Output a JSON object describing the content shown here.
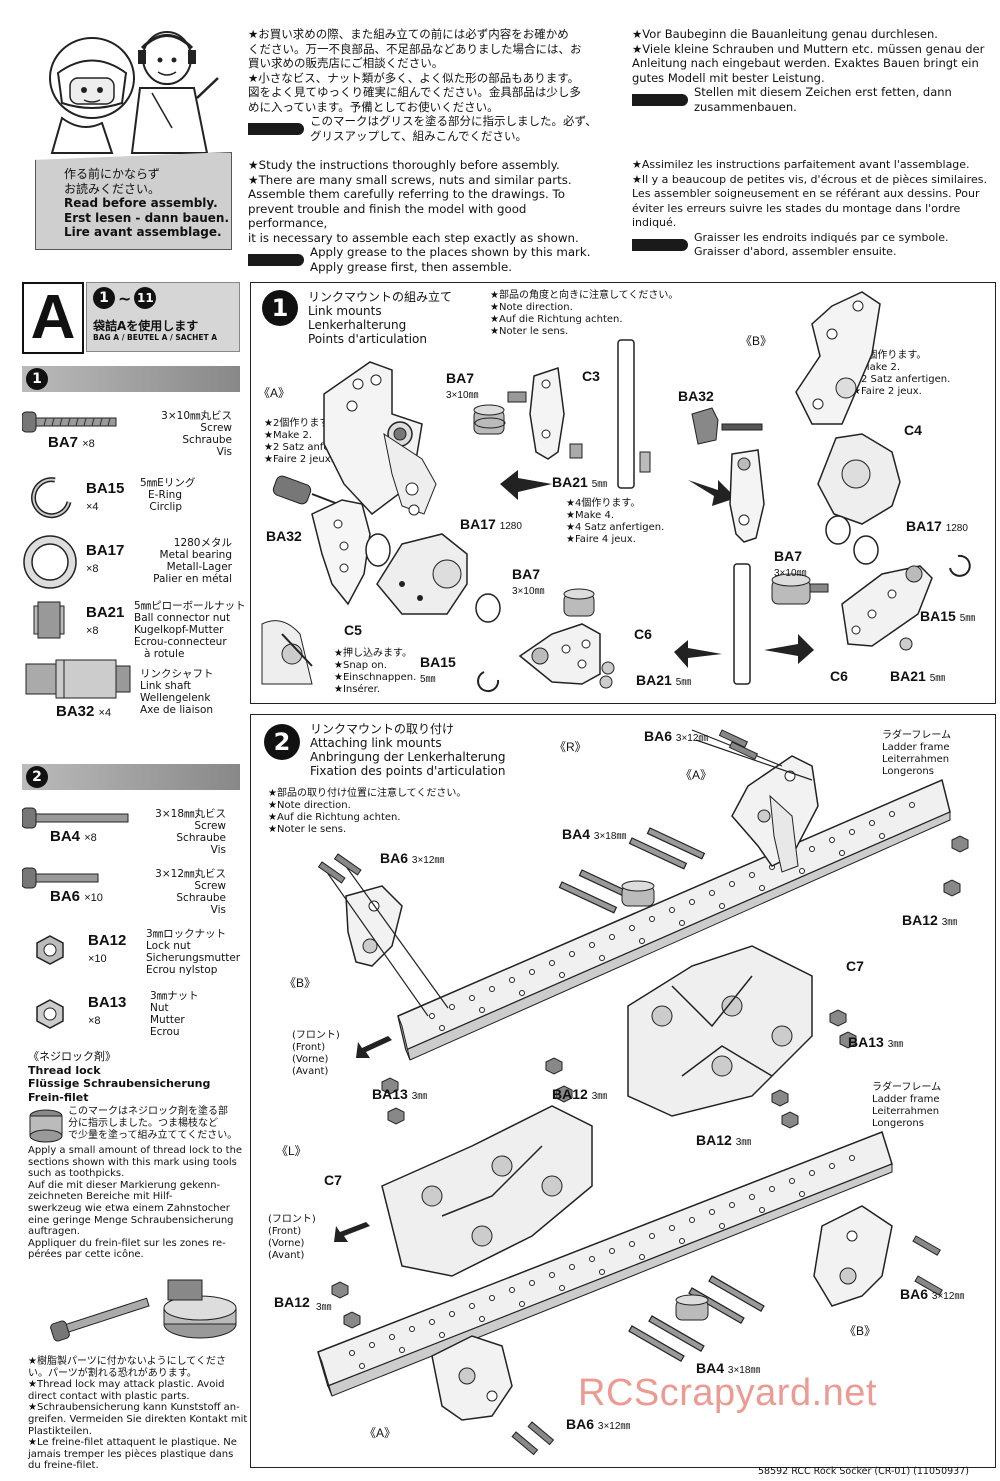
{
  "intro": {
    "banner_lines": [
      "作る前にかならず",
      "お読みください。",
      "Read before assembly.",
      "Erst lesen - dann bauen.",
      "Lire avant assemblage."
    ],
    "jp_lines": [
      "★お買い求めの際、また組み立ての前には必ず内容をお確かめ",
      "ください。万一不良部品、不足部品などありました場合には、お",
      "買い求めの販売店にご相談ください。",
      "★小さなビス、ナット類が多く、よく似た形の部品もあります。",
      "図をよく見てゆっくり確実に組んでください。金具部品は少し多",
      "めに入っています。予備としてお使いください。"
    ],
    "jp_grease": [
      "このマークはグリスを塗る部分に指示しました。必ず、",
      "グリスアップして、組みこんでください。"
    ],
    "en_lines": [
      "★Study the instructions thoroughly before assembly.",
      "★There are many small screws, nuts and similar parts.",
      "Assemble them carefully referring to the drawings. To",
      "prevent trouble and finish the model with good performance,",
      "it is necessary to assemble each step exactly as shown."
    ],
    "en_grease": [
      "Apply grease to the places shown by this mark.",
      "Apply grease first, then assemble."
    ],
    "de_lines": [
      "★Vor Baubeginn die Bauanleitung genau durchlesen.",
      "★Viele kleine Schrauben und Muttern etc. müssen genau der",
      "Anleitung nach eingebaut werden. Exaktes Bauen bringt ein",
      "gutes Modell mit bester Leistung."
    ],
    "de_grease": [
      "Stellen mit diesem Zeichen erst fetten, dann",
      "zusammenbauen."
    ],
    "fr_lines": [
      "★Assimilez les instructions parfaitement avant l'assemblage.",
      "★Il y a beaucoup de petites vis, d'écrous et de pièces similaires.",
      "Les assembler soigneusement en se référant aux dessins. Pour",
      "éviter les erreurs suivre les stades du montage dans l'ordre indiqué."
    ],
    "fr_grease": [
      "Graisser les endroits indiqués par ce symbole.",
      "Graisser d'abord, assembler ensuite."
    ]
  },
  "bag": {
    "letter": "A",
    "range_start": "1",
    "range_sep": "~",
    "range_end": "11",
    "jp": "袋詰Aを使用します",
    "sub": "BAG A / BEUTEL A / SACHET A"
  },
  "step1_parts": [
    {
      "code": "BA7",
      "qty": "×8",
      "desc": [
        "3×10㎜丸ビス",
        "Screw",
        "Schraube",
        "Vis"
      ]
    },
    {
      "code": "BA15",
      "qty": "×4",
      "desc": [
        "5㎜Eリング",
        "E-Ring",
        "Circlip"
      ]
    },
    {
      "code": "BA17",
      "qty": "×8",
      "desc": [
        "1280メタル",
        "Metal bearing",
        "Metall-Lager",
        "Palier en métal"
      ]
    },
    {
      "code": "BA21",
      "qty": "×8",
      "desc": [
        "5㎜ピローボールナット",
        "Ball connector nut",
        "Kugelkopf-Mutter",
        "Ecrou-connecteur",
        "à rotule"
      ]
    },
    {
      "code": "BA32",
      "qty": "×4",
      "desc": [
        "リンクシャフト",
        "Link shaft",
        "Wellengelenk",
        "Axe de liaison"
      ]
    }
  ],
  "step2_parts": [
    {
      "code": "BA4",
      "qty": "×8",
      "desc": [
        "3×18㎜丸ビス",
        "Screw",
        "Schraube",
        "Vis"
      ]
    },
    {
      "code": "BA6",
      "qty": "×10",
      "desc": [
        "3×12㎜丸ビス",
        "Screw",
        "Schraube",
        "Vis"
      ]
    },
    {
      "code": "BA12",
      "qty": "×10",
      "desc": [
        "3㎜ロックナット",
        "Lock nut",
        "Sicherungsmutter",
        "Ecrou nylstop"
      ]
    },
    {
      "code": "BA13",
      "qty": "×8",
      "desc": [
        "3㎜ナット",
        "Nut",
        "Mutter",
        "Ecrou"
      ]
    }
  ],
  "sidebar_steps": [
    "1",
    "2"
  ],
  "threadlock": {
    "title": [
      "《ネジロック剤》",
      "Thread lock",
      "Flüssige Schraubensicherung",
      "Frein-filet"
    ],
    "jp_mark": [
      "このマークはネジロック剤を塗る部",
      "分に指示しました。つま楊枝など",
      "で少量を塗って組み立ててください。"
    ],
    "body": [
      "Apply a small amount of thread lock to the",
      "sections shown with this mark using tools",
      "such as toothpicks.",
      "Auf die mit dieser Markierung gekenn-",
      "zeichneten Bereiche mit Hilf-",
      "swerkzeug wie etwa einem Zahnstocher",
      "eine geringe Menge Schraubensicherung",
      "auftragen.",
      "Appliquer du frein-filet sur les zones re-",
      "pérées par cette icône."
    ],
    "warning": [
      "★樹脂製パーツに付かないようにしてくださ",
      "い。パーツが割れる恐れがあります。",
      "★Thread lock may attack plastic. Avoid",
      "direct contact with plastic parts.",
      "★Schraubensicherung kann Kunststoff an-",
      "greifen. Vermeiden Sie direkten Kontakt mit",
      "Plastikteilen.",
      "★Le freine-filet attaquent le plastique. Ne",
      "jamais tremper les pièces plastique dans",
      "du freine-filet."
    ]
  },
  "step1": {
    "number": "1",
    "title": [
      "リンクマウントの組み立て",
      "Link mounts",
      "Lenkerhalterung",
      "Points d'articulation"
    ],
    "direction_note": [
      "★部品の角度と向きに注意してください。",
      "★Note direction.",
      "★Auf die Richtung achten.",
      "★Noter le sens."
    ],
    "make2_left": [
      "★2個作ります。",
      "★Make 2.",
      "★2 Satz anfertigen.",
      "★Faire 2 jeux."
    ],
    "make2_right": [
      "★2個作ります。",
      "★Make 2.",
      "★2 Satz anfertigen.",
      "★Faire 2 jeux."
    ],
    "make4": [
      "★4個作ります。",
      "★Make 4.",
      "★4 Satz anfertigen.",
      "★Faire 4 jeux."
    ],
    "snap": [
      "★押し込みます。",
      "★Snap on.",
      "★Einschnappen.",
      "★Insérer."
    ],
    "mark_a": "《A》",
    "mark_b": "《B》",
    "labels": {
      "ba7_l": "BA7",
      "ba7_l_size": "3×10㎜",
      "c3": "C3",
      "ba32_r": "BA32",
      "c4": "C4",
      "ba32_l": "BA32",
      "ba21_c": "BA21",
      "ba21_c_size": "5㎜",
      "ba17_l": "BA17",
      "ba17_l_size": "1280",
      "ba17_r": "BA17",
      "ba17_r_size": "1280",
      "ba7_r": "BA7",
      "ba7_r_size": "3×10㎜",
      "ba7_m": "BA7",
      "ba7_m_size": "3×10㎜",
      "ba15_r": "BA15",
      "ba15_r_size": "5㎜",
      "c5": "C5",
      "c6_m": "C6",
      "ba15_l": "BA15",
      "ba15_l_size": "5㎜",
      "ba21_m": "BA21",
      "ba21_m_size": "5㎜",
      "c6_r": "C6",
      "ba21_r": "BA21",
      "ba21_r_size": "5㎜"
    }
  },
  "step2": {
    "number": "2",
    "title": [
      "リンクマウントの取り付け",
      "Attaching link mounts",
      "Anbringung der Lenkerhalterung",
      "Fixation des points d'articulation"
    ],
    "position_note": [
      "★部品の取り付け位置に注意してください。",
      "★Note direction.",
      "★Auf die Richtung achten.",
      "★Noter le sens."
    ],
    "mark_r": "《R》",
    "mark_l": "《L》",
    "ladder_top": [
      "ラダーフレーム",
      "Ladder frame",
      "Leiterrahmen",
      "Longerons"
    ],
    "ladder_bottom": [
      "ラダーフレーム",
      "Ladder frame",
      "Leiterrahmen",
      "Longerons"
    ],
    "front_top": [
      "(フロント)",
      "(Front)",
      "(Vorne)",
      "(Avant)"
    ],
    "front_bottom": [
      "(フロント)",
      "(Front)",
      "(Vorne)",
      "(Avant)"
    ],
    "labels": {
      "ba6_tr": "BA6",
      "ba6_tr_size": "3×12㎜",
      "a_top": "《A》",
      "ba4_t": "BA4",
      "ba4_t_size": "3×18㎜",
      "ba6_tl": "BA6",
      "ba6_tl_size": "3×12㎜",
      "ba12_tr": "BA12",
      "ba12_tr_size": "3㎜",
      "b_top": "《B》",
      "c7_t": "C7",
      "ba13_tr": "BA13",
      "ba13_tr_size": "3㎜",
      "ba13_ml": "BA13",
      "ba13_ml_size": "3㎜",
      "ba12_m": "BA12",
      "ba12_m_size": "3㎜",
      "ba12_mr": "BA12",
      "ba12_mr_size": "3㎜",
      "c7_b": "C7",
      "ba12_bl": "BA12",
      "ba12_bl_size": "3㎜",
      "ba6_br": "BA6",
      "ba6_br_size": "3×12㎜",
      "b_bottom": "《B》",
      "ba4_b": "BA4",
      "ba4_b_size": "3×18㎜",
      "a_bottom": "《A》",
      "ba6_b": "BA6",
      "ba6_b_size": "3×12㎜"
    }
  },
  "watermark": "RCScrapyard.net",
  "footer": "58592 RCC Rock Socker (CR-01) (11050937)"
}
